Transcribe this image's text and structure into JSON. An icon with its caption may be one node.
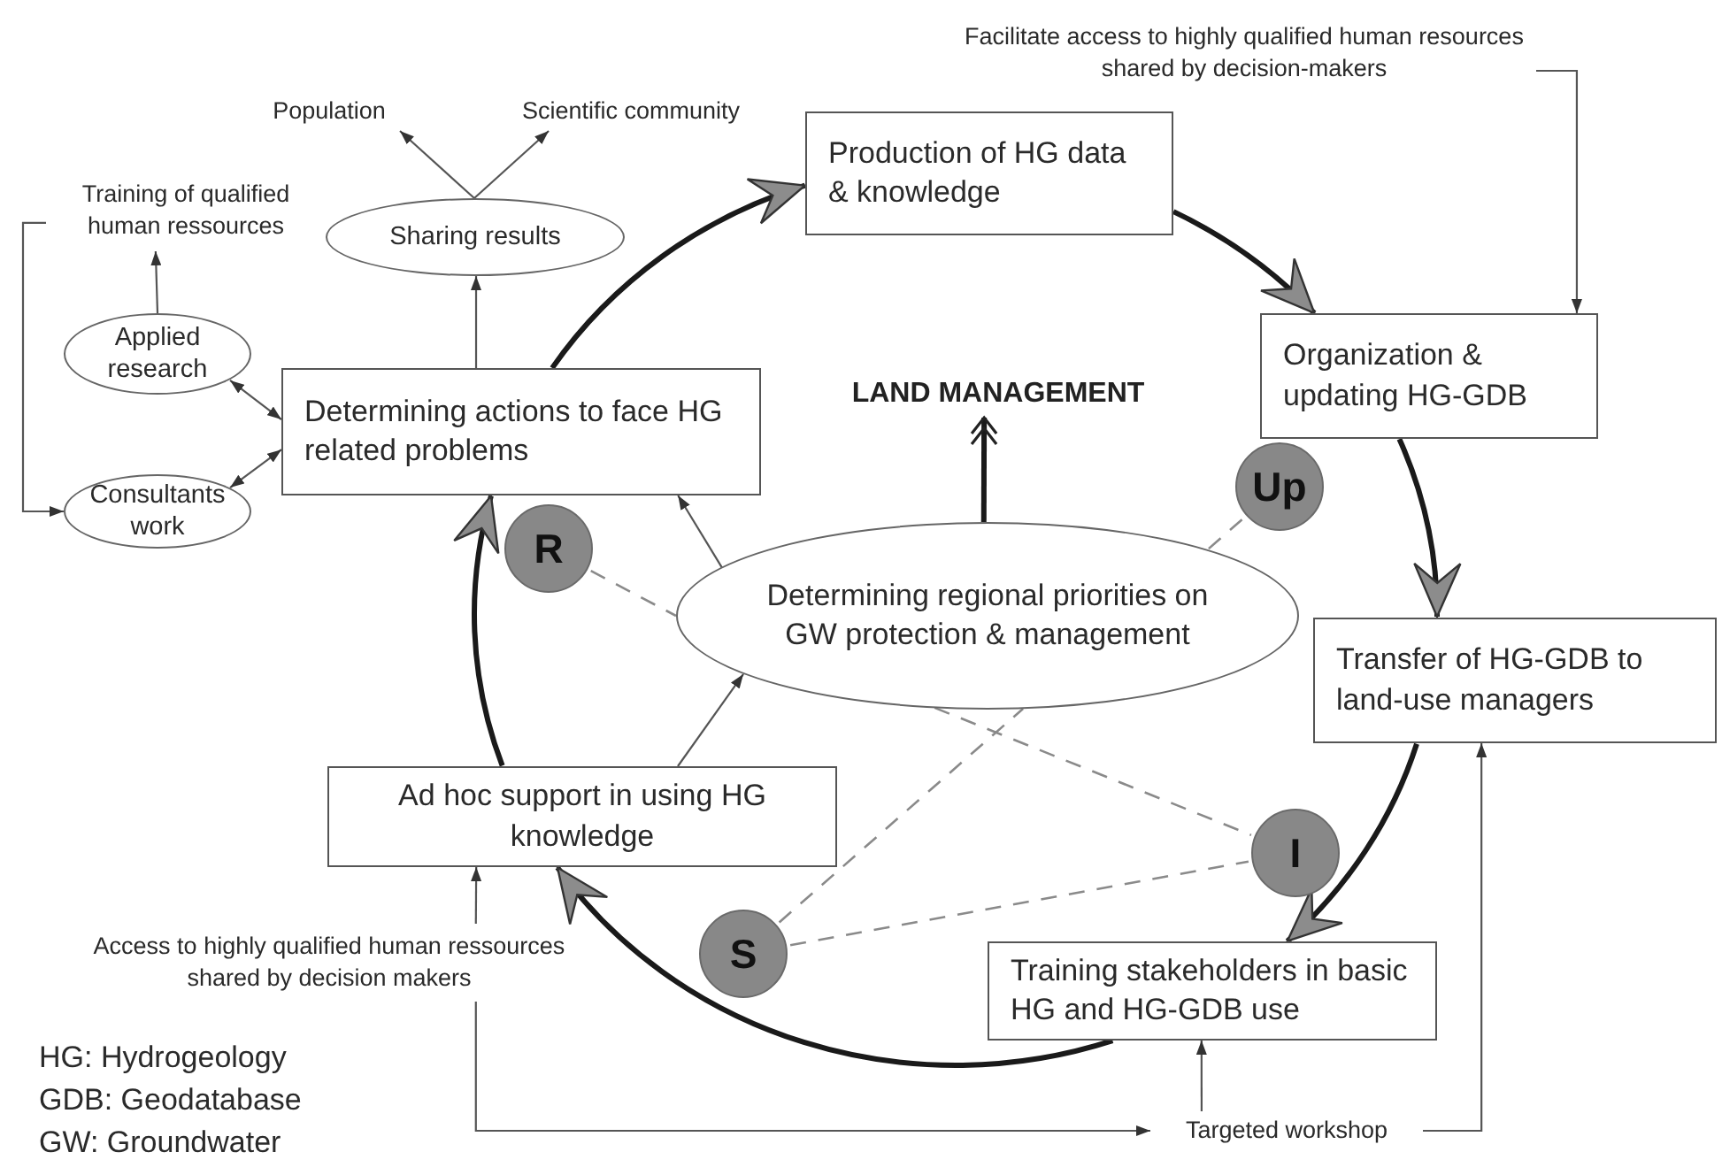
{
  "diagram": {
    "nodes": [
      {
        "text": [
          "Production of HG data & knowledge"
        ]
      },
      {
        "text": [
          "Organization & updating HG-GDB"
        ]
      },
      {
        "text": [
          "Transfer of HG-GDB to land-use managers"
        ]
      },
      {
        "text": [
          "Training stakeholders in basic HG and HG-GDB use"
        ]
      },
      {
        "text": [
          "Ad hoc support in using HG knowledge"
        ]
      },
      {
        "text": [
          "Determining actions to face HG related problems"
        ]
      },
      {
        "text": [
          "Determining regional priorities on GW protection & management"
        ]
      },
      {
        "text": [
          "LAND MANAGEMENT"
        ]
      },
      {
        "text": [
          "Sharing results"
        ]
      },
      {
        "text": [
          "Population"
        ]
      },
      {
        "text": [
          "Scientific community"
        ]
      },
      {
        "text": [
          "Applied research"
        ]
      },
      {
        "text": [
          "Consultants work"
        ]
      },
      {
        "text": [
          "Training of qualified human ressources"
        ]
      },
      {
        "text": [
          "Facilitate access to highly qualified human resources shared by decision-makers"
        ]
      },
      {
        "text": [
          "Access to highly qualified human ressources shared by decision makers"
        ]
      },
      {
        "text": [
          "Targeted workshop"
        ]
      },
      {
        "text": [
          "R"
        ]
      },
      {
        "text": [
          "Up"
        ]
      },
      {
        "text": [
          "I"
        ]
      },
      {
        "text": [
          "S"
        ]
      }
    ],
    "edges": [
      {
        "from": 0,
        "to": 1,
        "arrow": "to",
        "style": "thick"
      },
      {
        "from": 1,
        "to": 2,
        "arrow": "to",
        "style": "thick"
      },
      {
        "from": 2,
        "to": 3,
        "arrow": "to",
        "style": "thick"
      },
      {
        "from": 3,
        "to": 4,
        "arrow": "to",
        "style": "thick"
      },
      {
        "from": 4,
        "to": 5,
        "arrow": "to",
        "style": "thick"
      },
      {
        "from": 5,
        "to": 0,
        "arrow": "to",
        "style": "thick"
      },
      {
        "from": 6,
        "to": 5,
        "arrow": "to"
      },
      {
        "from": 4,
        "to": 6,
        "arrow": "to"
      },
      {
        "from": 6,
        "to": 7,
        "arrow": "to",
        "style": "thick"
      },
      {
        "from": 5,
        "to": 8,
        "arrow": "to"
      },
      {
        "from": 8,
        "to": 9,
        "arrow": "to"
      },
      {
        "from": 8,
        "to": 10,
        "arrow": "to"
      },
      {
        "from": 11,
        "to": 5,
        "arrow": "both"
      },
      {
        "from": 12,
        "to": 5,
        "arrow": "both"
      },
      {
        "from": 11,
        "to": 13,
        "arrow": "to"
      },
      {
        "from": 13,
        "to": 12,
        "arrow": "to"
      },
      {
        "from": 14,
        "to": 1,
        "arrow": "to"
      },
      {
        "from": 15,
        "to": 4,
        "arrow": "to"
      },
      {
        "from": 15,
        "to": 16,
        "arrow": "to"
      },
      {
        "from": 16,
        "to": 3,
        "arrow": "to"
      },
      {
        "from": 16,
        "to": 2,
        "arrow": "to"
      },
      {
        "from": 17,
        "to": 6,
        "arrow": "none",
        "style": "dashed"
      },
      {
        "from": 6,
        "to": 19,
        "arrow": "none",
        "style": "dashed"
      },
      {
        "from": 20,
        "to": 6,
        "arrow": "none",
        "style": "dashed"
      },
      {
        "from": 6,
        "to": 18,
        "arrow": "none",
        "style": "dashed"
      },
      {
        "from": 20,
        "to": 19,
        "arrow": "none",
        "style": "dashed"
      }
    ],
    "labels": [
      "HG: Hydrogeology",
      "GDB: Geodatabase",
      "GW: Groundwater"
    ]
  }
}
